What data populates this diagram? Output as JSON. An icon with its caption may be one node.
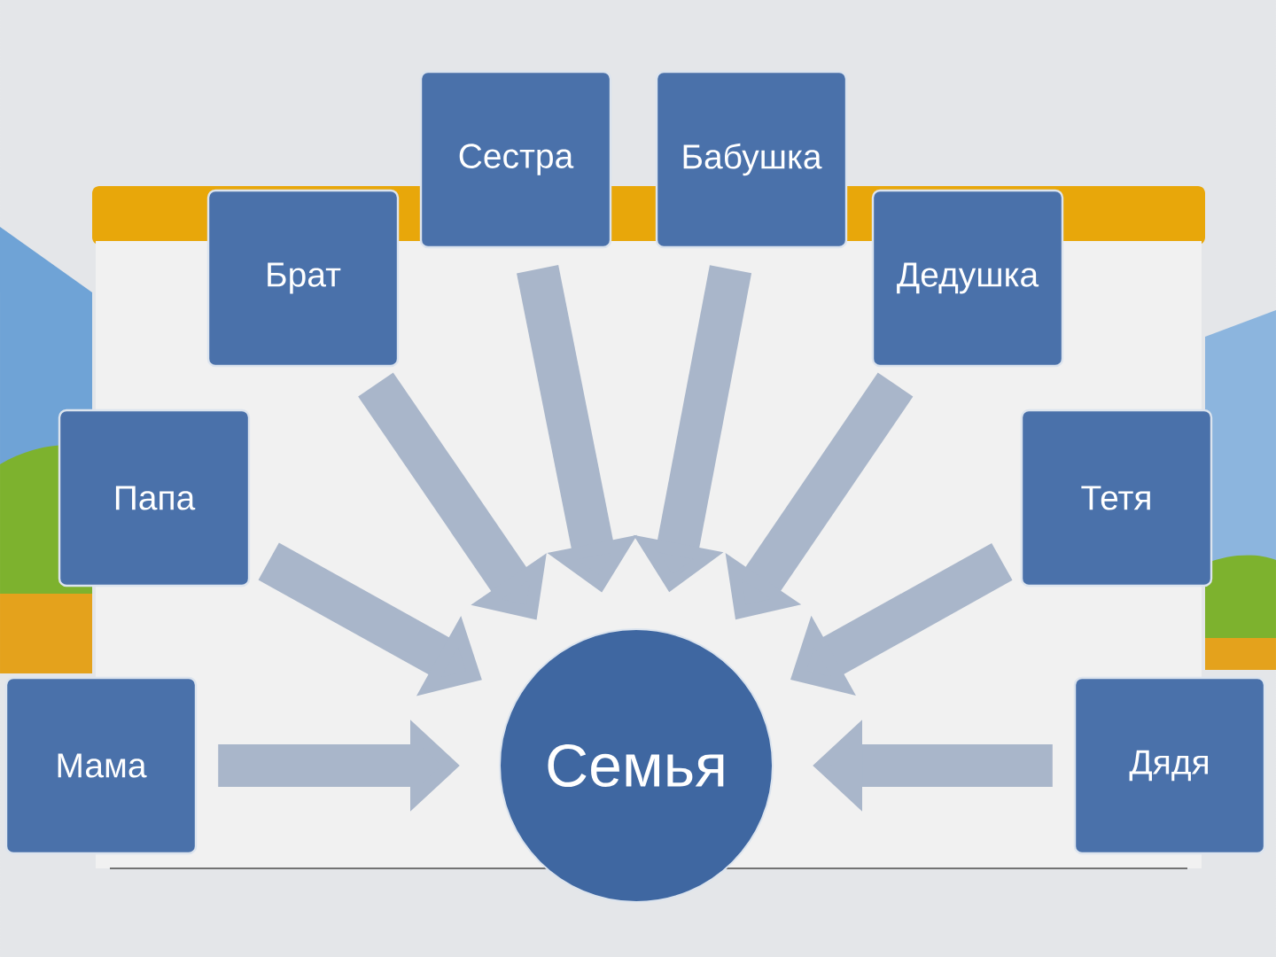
{
  "diagram": {
    "nodes": [
      {
        "text": [
          "Сестра"
        ]
      },
      {
        "text": [
          "Бабушка"
        ]
      },
      {
        "text": [
          "Брат"
        ]
      },
      {
        "text": [
          "Дедушка"
        ]
      },
      {
        "text": [
          "Папа"
        ]
      },
      {
        "text": [
          "Тетя"
        ]
      },
      {
        "text": [
          "Мама"
        ]
      },
      {
        "text": [
          "Семья"
        ]
      },
      {
        "text": [
          "Дядя"
        ]
      }
    ],
    "edges": [
      {
        "from": 0,
        "to": 7,
        "arrow": "to"
      },
      {
        "from": 1,
        "to": 7,
        "arrow": "to"
      },
      {
        "from": 2,
        "to": 7,
        "arrow": "to"
      },
      {
        "from": 3,
        "to": 7,
        "arrow": "to"
      },
      {
        "from": 4,
        "to": 7,
        "arrow": "to"
      },
      {
        "from": 5,
        "to": 7,
        "arrow": "to"
      },
      {
        "from": 6,
        "to": 7,
        "arrow": "to"
      },
      {
        "from": 8,
        "to": 7,
        "arrow": "to"
      }
    ]
  }
}
